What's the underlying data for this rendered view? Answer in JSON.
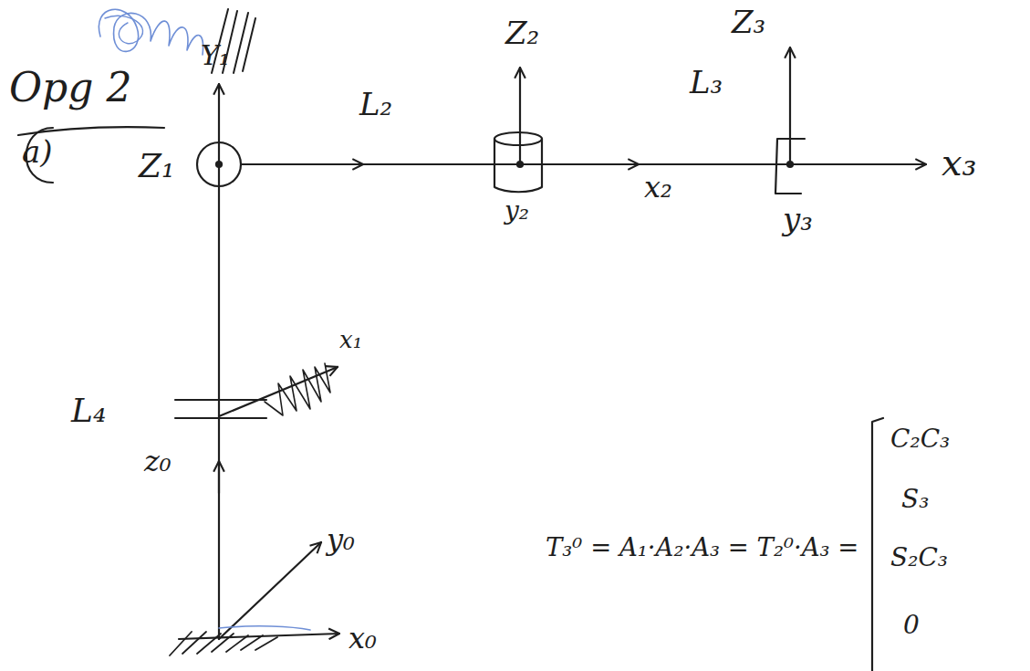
{
  "diagram": {
    "labels": [
      "Opg 2",
      "a)",
      "Y₁",
      "Z₁",
      "L₂",
      "Z₂",
      "y₂",
      "x₂",
      "L₃",
      "Z₃",
      "y₃",
      "x₃",
      "x₁",
      "L₄",
      "z₀",
      "y₀",
      "x₀",
      "T₃⁰ = A₁·A₂·A₃ = T₂⁰·A₃ =",
      "C₂C₃",
      "S₃",
      "S₂C₃",
      "0"
    ]
  }
}
